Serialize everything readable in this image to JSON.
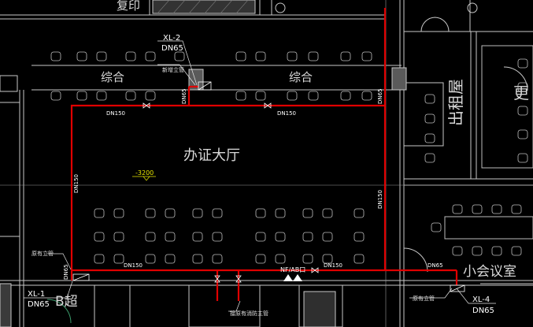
{
  "drawing": {
    "colors": {
      "background": "#000000",
      "wall": "#c8c8c8",
      "furniture": "#bdbdbd",
      "pipe": "#e00000",
      "text": "#e6e6e6",
      "elevation": "#e8e800"
    },
    "rooms": {
      "print_room": "复印",
      "zonghe_left": "综合",
      "zonghe_right": "综合",
      "main_hall": "办证大厅",
      "rental_room": "出租屋",
      "right_room_partial": "更",
      "small_meeting_room": "小会议室",
      "b_super": "B超"
    },
    "risers": {
      "xl2_tag": "XL-2",
      "xl2_size": "DN65",
      "xl1_tag": "XL-1",
      "xl1_size": "DN65",
      "xl4_tag": "XL-4",
      "xl4_size": "DN65",
      "riser_label_top": "新增立管",
      "riser_label_left": "原有立管",
      "riser_label_right": "原有立管",
      "connect_label": "接原有消防主管"
    },
    "pipe_sizes": {
      "top_left": "DN150",
      "top_mid": "DN150",
      "left_vertical": "DN150",
      "right_vertical": "DN150",
      "bottom_left": "DN150",
      "bottom_mid": "DN150",
      "bottom_right": "DN65",
      "riser_top": "DN65",
      "riser_right": "DN65",
      "riser_left": "DN65"
    },
    "valve_label": "NF/AB口",
    "elevation": "-3200"
  }
}
